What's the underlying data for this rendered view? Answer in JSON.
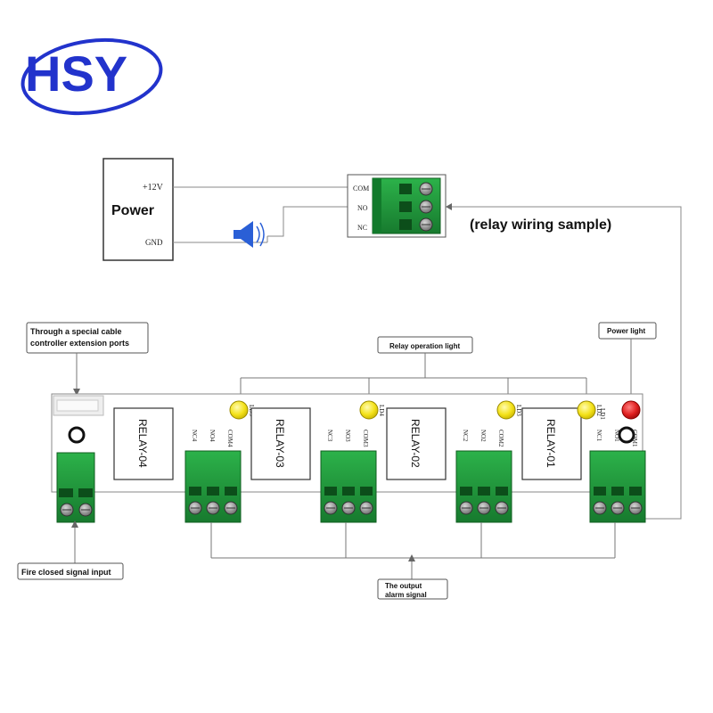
{
  "brand": {
    "name": "HSY",
    "color": "#2233cc"
  },
  "power_supply": {
    "title": "Power",
    "plus_label": "+12V",
    "gnd_label": "GND"
  },
  "relay_sample": {
    "title": "(relay wiring sample)",
    "terminals": [
      "COM",
      "NO",
      "NC"
    ]
  },
  "callouts": {
    "extension_line1": "Through a special cable",
    "extension_line2": "controller extension ports",
    "relay_light": "Relay operation  light",
    "power_light": "Power light",
    "fire_input": "Fire closed signal input",
    "output_line1": "The output",
    "output_line2": "alarm signal"
  },
  "relays": [
    {
      "name": "RELAY-04",
      "pins": [
        "NC4",
        "NO4",
        "COM4"
      ],
      "led": "LD5"
    },
    {
      "name": "RELAY-03",
      "pins": [
        "NC3",
        "NO3",
        "COM3"
      ],
      "led": "LD4"
    },
    {
      "name": "RELAY-02",
      "pins": [
        "NC2",
        "NO2",
        "COM2"
      ],
      "led": "LD3"
    },
    {
      "name": "RELAY-01",
      "pins": [
        "NC1",
        "NO1",
        "COM1"
      ],
      "led": "LD2"
    }
  ],
  "power_led": {
    "label": "LD1",
    "color": "#e02020"
  },
  "colors": {
    "terminal_green": "#1e9a3a",
    "terminal_dark": "#0f6e25",
    "led_yellow": "#f4e21a",
    "line": "#777777"
  }
}
